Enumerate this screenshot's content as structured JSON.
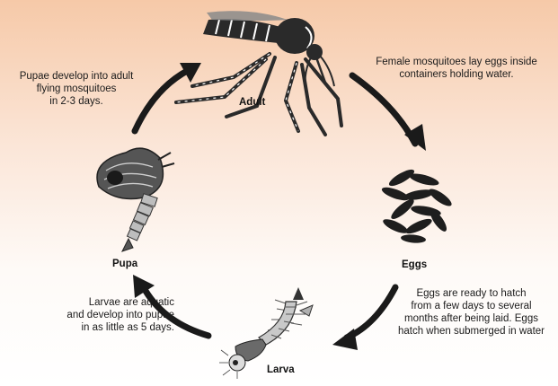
{
  "stages": {
    "adult": "Adult",
    "eggs": "Eggs",
    "larva": "Larva",
    "pupa": "Pupa"
  },
  "captions": {
    "adult_to_eggs": [
      "Female mosquitoes lay eggs inside",
      "containers holding water."
    ],
    "eggs_to_larva": [
      "Eggs are ready to hatch",
      "from a few days to several",
      "months after being laid. Eggs",
      "hatch when submerged in water"
    ],
    "larva_to_pupa": [
      "Larvae are aquatic",
      "and develop into pupae",
      "in as little as 5 days."
    ],
    "pupa_to_adult": [
      "Pupae develop into adult",
      "flying mosquitoes",
      "in 2-3 days."
    ]
  },
  "colors": {
    "background_top": "#f6c9a8",
    "arrow": "#1a1a1a",
    "egg": "#1e1e1e",
    "body_dark": "#2a2a2a",
    "body_light": "#bdbdbd"
  },
  "icons": [
    "adult-mosquito-icon",
    "eggs-icon",
    "larva-icon",
    "pupa-icon"
  ]
}
